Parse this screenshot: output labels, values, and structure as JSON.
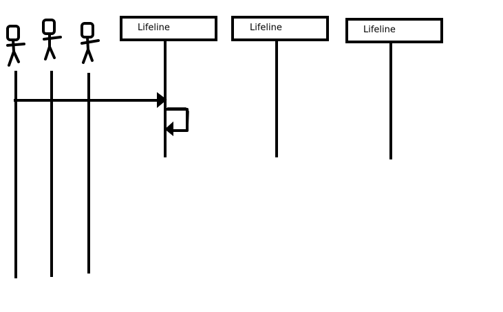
{
  "diagram": {
    "type": "sequence-diagram",
    "background": "#ffffff",
    "stroke_color": "#000000",
    "actors": [
      {
        "id": "actor-1"
      },
      {
        "id": "actor-2"
      },
      {
        "id": "actor-3"
      }
    ],
    "lifelines": [
      {
        "id": "lifeline-1",
        "label": "Lifeline"
      },
      {
        "id": "lifeline-2",
        "label": "Lifeline"
      },
      {
        "id": "lifeline-3",
        "label": "Lifeline"
      }
    ],
    "messages": [
      {
        "id": "message-1",
        "from": "actor-1",
        "to": "lifeline-1",
        "kind": "sync"
      },
      {
        "id": "message-2",
        "from": "lifeline-1",
        "to": "lifeline-1",
        "kind": "self"
      }
    ]
  }
}
